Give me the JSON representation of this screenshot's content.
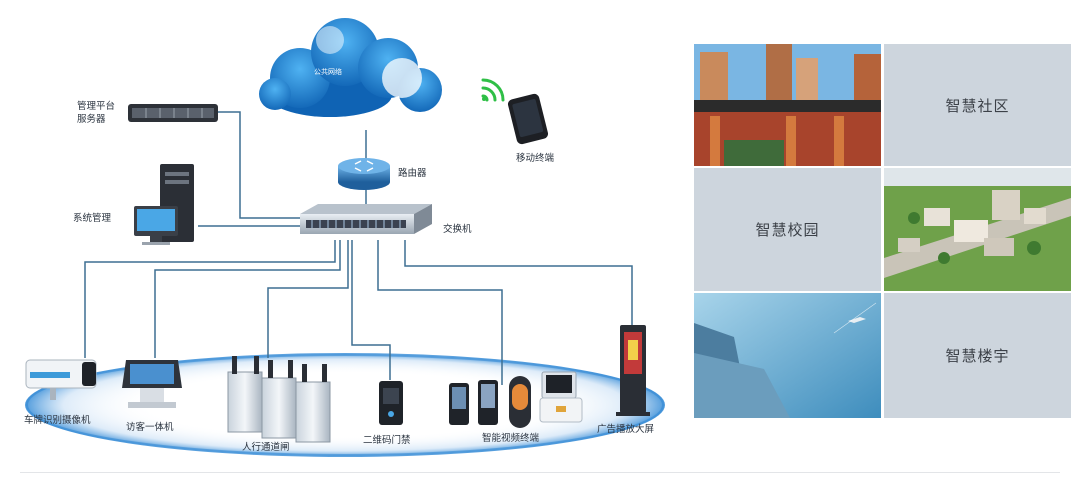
{
  "network": {
    "cloud": "公共网络",
    "server": "管理平台服务器",
    "server_line1": "管理平台",
    "server_line2": "服务器",
    "mobile": "移动终端",
    "router": "路由器",
    "system": "系统管理",
    "switch": "交换机",
    "devices": {
      "camera": "车牌识别摄像机",
      "visitor": "访客一体机",
      "gate": "人行通道闸",
      "qr": "二维码门禁",
      "face": "智能视频终端",
      "screen": "广告播放大屏"
    }
  },
  "tiles": {
    "community": "智慧社区",
    "campus": "智慧校园",
    "building": "智慧楼宇"
  },
  "colors": {
    "line": "#3d6f92",
    "cloud": "#1d7fd0",
    "tile_bg": "#cdd5dd"
  }
}
